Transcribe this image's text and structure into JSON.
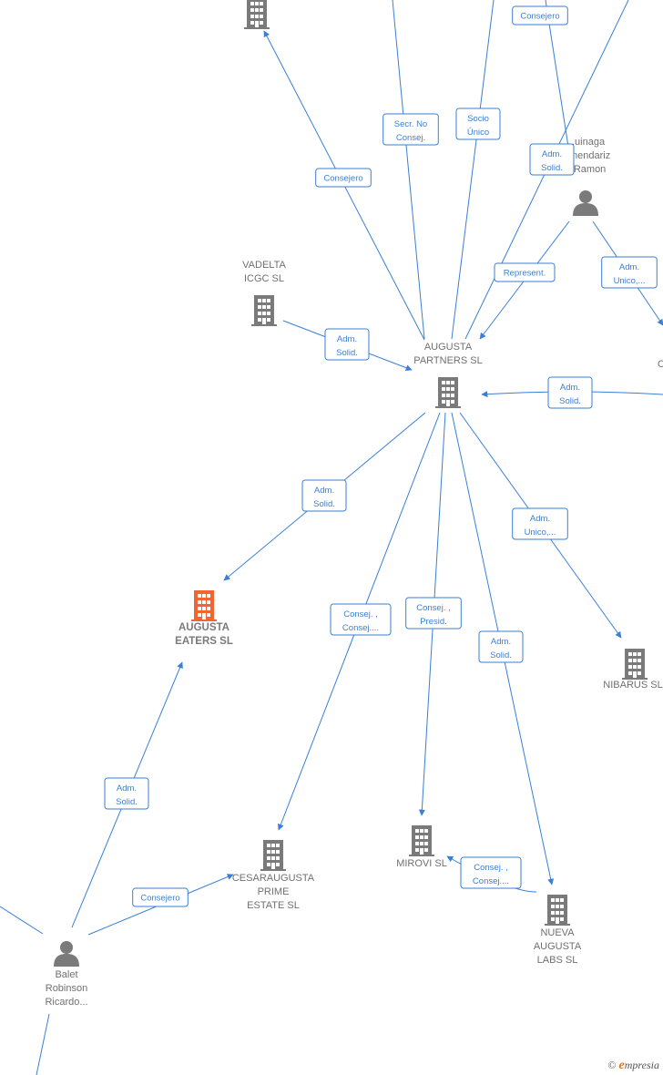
{
  "colors": {
    "edge": "#3a7fd5",
    "node": "#7a7a7a",
    "focus_node": "#f26532"
  },
  "nodes": [
    {
      "id": "top_company",
      "kind": "company",
      "label": []
    },
    {
      "id": "vadelta",
      "kind": "company",
      "label": [
        "VADELTA",
        "ICGC SL"
      ]
    },
    {
      "id": "augusta_partners",
      "kind": "company",
      "label": [
        "AUGUSTA",
        "PARTNERS SL"
      ]
    },
    {
      "id": "aguinaga",
      "kind": "person",
      "label": [
        "...uinaga",
        "...mendariz",
        "...Ramon"
      ]
    },
    {
      "id": "augusta_eaters",
      "kind": "company",
      "focus": true,
      "label": [
        "AUGUSTA",
        "EATERS SL"
      ]
    },
    {
      "id": "nibarus",
      "kind": "company",
      "label": [
        "NIBARUS SL"
      ]
    },
    {
      "id": "cesaraugusta",
      "kind": "company",
      "label": [
        "CESARAUGUSTA",
        "PRIME",
        "ESTATE SL"
      ]
    },
    {
      "id": "mirovi",
      "kind": "company",
      "label": [
        "MIROVI SL"
      ]
    },
    {
      "id": "nueva_augusta",
      "kind": "company",
      "label": [
        "NUEVA",
        "AUGUSTA",
        "LABS SL"
      ]
    },
    {
      "id": "balet",
      "kind": "person",
      "label": [
        "Balet",
        "Robinson",
        "Ricardo..."
      ]
    }
  ],
  "edges": [
    {
      "from": "augusta_partners",
      "to": "top_company",
      "label": [
        "Consejero"
      ]
    },
    {
      "from": "offscreen_top_1",
      "to": "augusta_partners",
      "label": [
        "Secr.  No",
        "Consej."
      ]
    },
    {
      "from": "offscreen_top_2",
      "to": "augusta_partners",
      "label": [
        "Socio",
        "Único"
      ]
    },
    {
      "from": "offscreen_top_3",
      "to": "aguinaga",
      "label": [
        "Consejero"
      ]
    },
    {
      "from": "offscreen_top_4",
      "to": "augusta_partners",
      "label": [
        "Adm.",
        "Solid."
      ]
    },
    {
      "from": "aguinaga",
      "to": "augusta_partners",
      "label": [
        "Represent."
      ]
    },
    {
      "from": "aguinaga",
      "to": "offscreen_right_1",
      "label": [
        "Adm.",
        "Unico,..."
      ]
    },
    {
      "from": "vadelta",
      "to": "augusta_partners",
      "label": [
        "Adm.",
        "Solid."
      ]
    },
    {
      "from": "offscreen_right_2",
      "to": "augusta_partners",
      "label": [
        "Adm.",
        "Solid."
      ]
    },
    {
      "from": "augusta_partners",
      "to": "augusta_eaters",
      "label": [
        "Adm.",
        "Solid."
      ]
    },
    {
      "from": "augusta_partners",
      "to": "nibarus",
      "label": [
        "Adm.",
        "Unico,..."
      ]
    },
    {
      "from": "augusta_partners",
      "to": "cesaraugusta",
      "label": [
        "Consej. ,",
        "Consej...."
      ]
    },
    {
      "from": "augusta_partners",
      "to": "mirovi",
      "label": [
        "Consej. ,",
        "Presid."
      ]
    },
    {
      "from": "augusta_partners",
      "to": "nueva_augusta",
      "label": [
        "Adm.",
        "Solid."
      ]
    },
    {
      "from": "nueva_augusta",
      "to": "mirovi",
      "label": [
        "Consej. ,",
        "Consej...."
      ]
    },
    {
      "from": "balet",
      "to": "augusta_eaters",
      "label": [
        "Adm.",
        "Solid."
      ]
    },
    {
      "from": "balet",
      "to": "cesaraugusta",
      "label": [
        "Consejero"
      ]
    },
    {
      "from": "offscreen_left",
      "to": "balet",
      "label": []
    },
    {
      "from": "offscreen_bottom",
      "to": "balet",
      "label": []
    }
  ],
  "partial_labels": {
    "right_edge_fragment": "C"
  },
  "footer": {
    "copyright": "©",
    "brand_initial": "e",
    "brand_rest": "mpresia"
  }
}
